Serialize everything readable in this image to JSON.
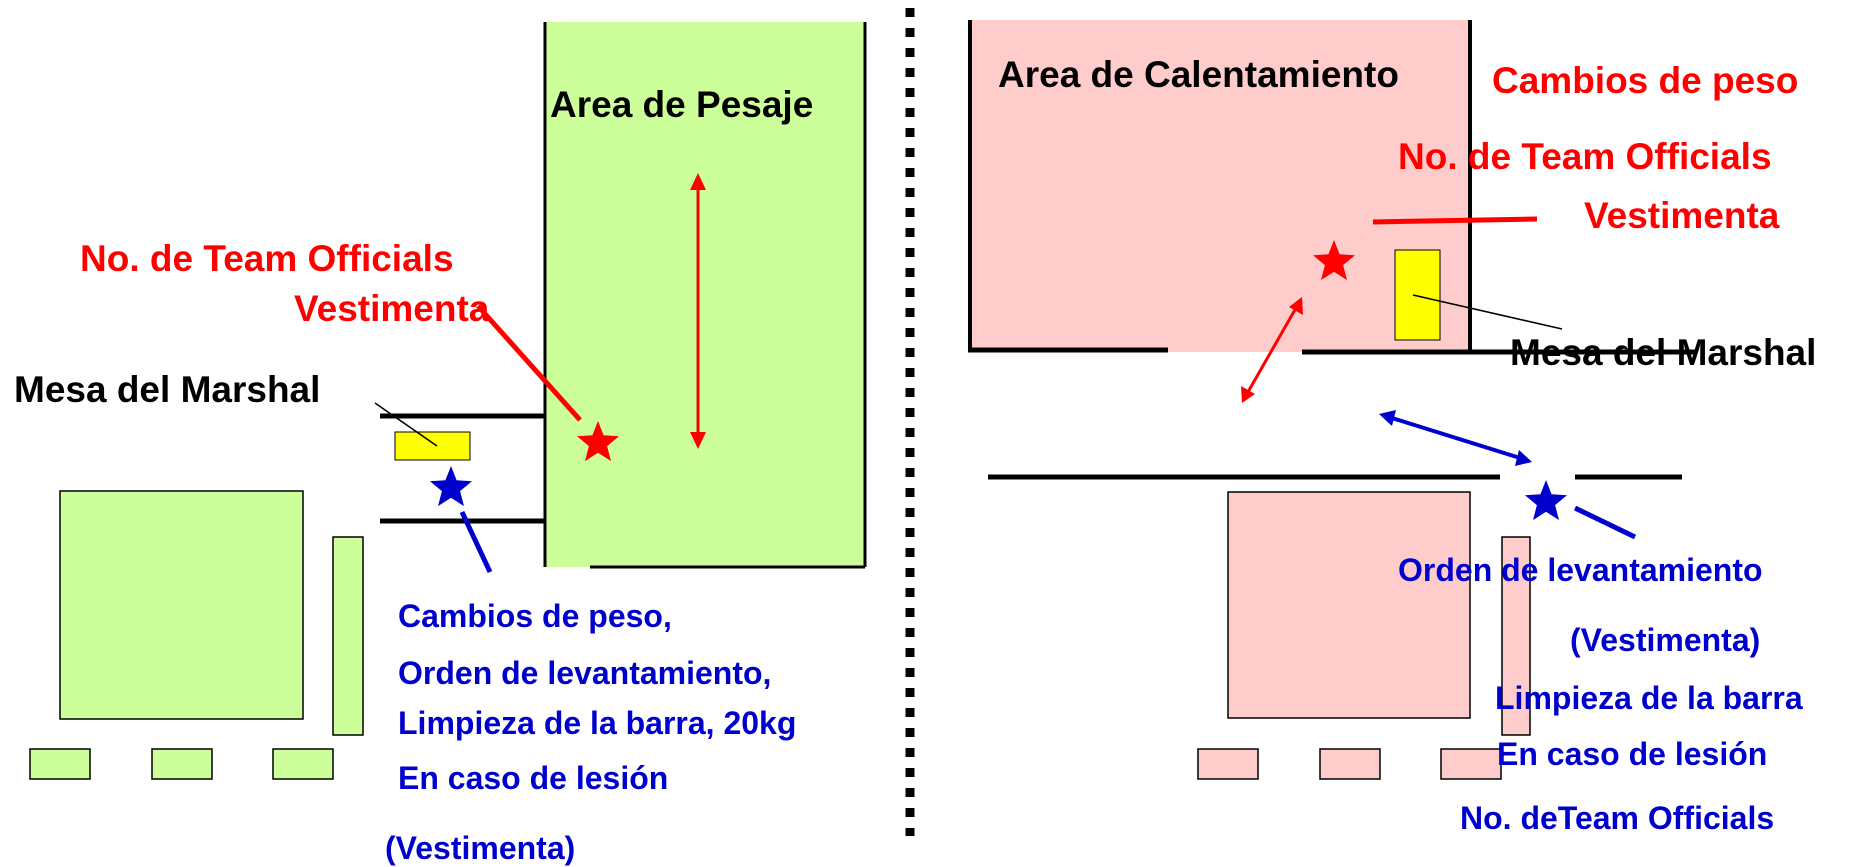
{
  "left_panel": {
    "area_label": "Area de Pesaje",
    "red_notes": [
      "No. de Team Officials",
      "Vestimenta"
    ],
    "marshal_label": "Mesa del Marshal",
    "blue_notes": [
      "Cambios de peso,",
      "Orden de levantamiento,",
      "Limpieza de la barra, 20kg",
      "En caso de lesión",
      "(Vestimenta)"
    ]
  },
  "right_panel": {
    "area_label": "Area de Calentamiento",
    "red_notes": [
      "Cambios de peso",
      "No. de Team Officials",
      "Vestimenta"
    ],
    "marshal_label": "Mesa del Marshal",
    "blue_notes": [
      "Orden de levantamiento",
      "(Vestimenta)",
      "Limpieza de la barra",
      "En caso de lesión",
      "No. deTeam Officials"
    ]
  },
  "colors": {
    "green_fill": "#ccff99",
    "pink_fill": "#ffcccc",
    "yellow_fill": "#ffff00",
    "red": "#ff0000",
    "blue": "#0000cc"
  }
}
